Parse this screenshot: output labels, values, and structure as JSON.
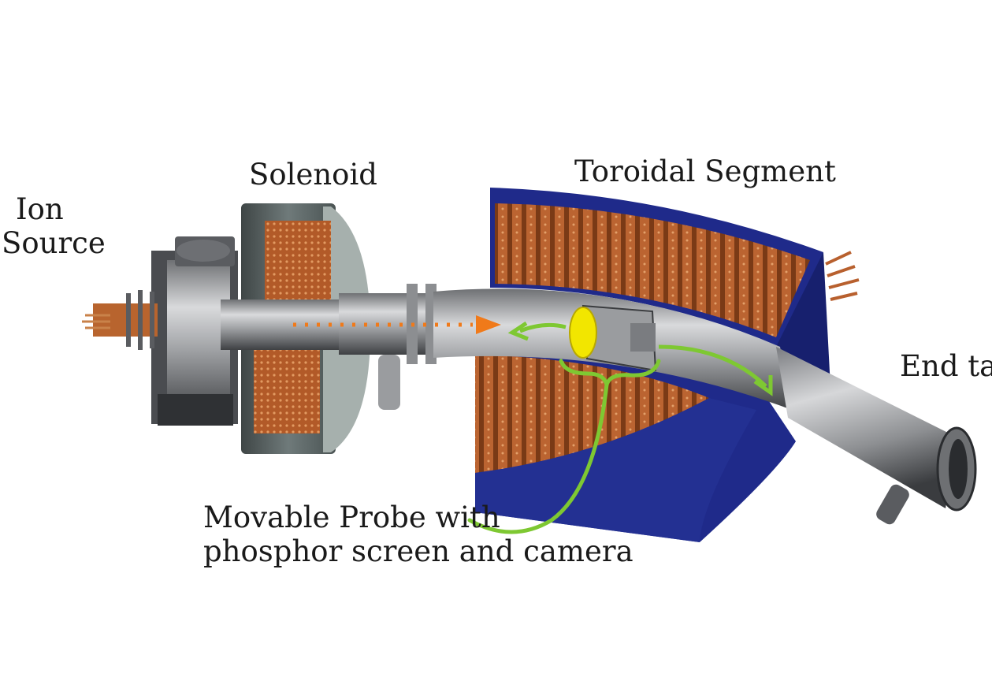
{
  "labels": {
    "ion_source_line1": "Ion",
    "ion_source_line2": "Source",
    "solenoid": "Solenoid",
    "toroidal_segment": "Toroidal Segment",
    "end_tank": "End tank",
    "probe_line1": "Movable Probe with",
    "probe_line2": "phosphor screen and camera"
  },
  "colors": {
    "toroid_blue": "#1f2a8a",
    "coil_copper": "#b8602e",
    "solenoid_gray": "#5f6a6a",
    "beam_orange": "#f07a1a",
    "probe_green": "#7ec832",
    "phosphor_yellow": "#f2e600",
    "pipe_steel": "#a8aaad"
  }
}
